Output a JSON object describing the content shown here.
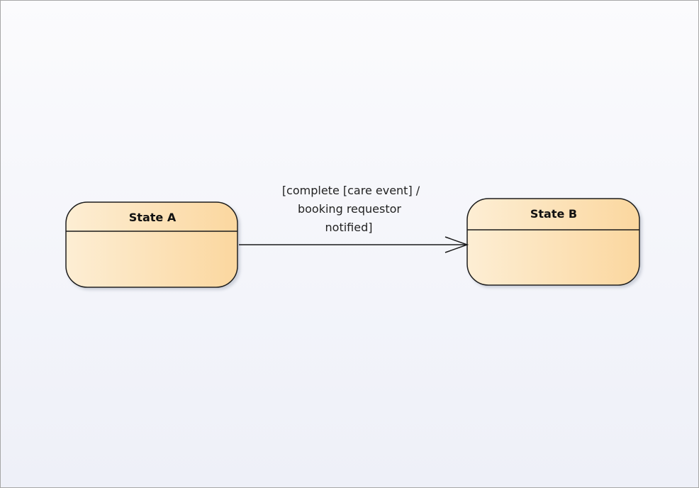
{
  "diagram": {
    "states": [
      {
        "id": "state-a",
        "name": "State A"
      },
      {
        "id": "state-b",
        "name": "State B"
      }
    ],
    "transition": {
      "from": "State A",
      "to": "State B",
      "label_lines": [
        "[complete [care event] /",
        "booking requestor",
        "notified]"
      ]
    }
  },
  "colors": {
    "state_fill_light": "#fdecce",
    "state_fill_dark": "#fbd69c",
    "state_border": "#1a1a1a",
    "background_top": "#fbfbfd",
    "background_bottom": "#eef0f8"
  }
}
